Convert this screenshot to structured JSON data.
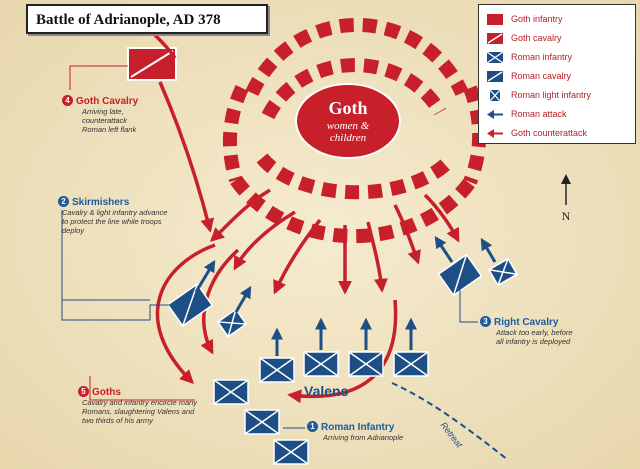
{
  "title": "Battle of Adrianople, AD 378",
  "camp": {
    "title": "Goth",
    "subtitle_line1": "women &",
    "subtitle_line2": "children"
  },
  "valens_label": "Valens",
  "north_label": "N",
  "retreat_label": "Retreat",
  "legend": [
    {
      "label": "Goth infantry",
      "symbol": "goth-infantry"
    },
    {
      "label": "Goth cavalry",
      "symbol": "goth-cavalry"
    },
    {
      "label": "Roman infantry",
      "symbol": "roman-infantry"
    },
    {
      "label": "Roman cavalry",
      "symbol": "roman-cavalry"
    },
    {
      "label": "Roman light infantry",
      "symbol": "roman-light-infantry"
    },
    {
      "label": "Roman attack",
      "symbol": "blue-arrow"
    },
    {
      "label": "Goth counterattack",
      "symbol": "red-arrow"
    }
  ],
  "annotations": {
    "goth_cavalry": {
      "number": "4",
      "heading": "Goth Cavalry",
      "text": "Arriving late, counterattack Roman left flank"
    },
    "skirmishers": {
      "number": "2",
      "heading": "Skirmishers",
      "text": "Cavalry & light infantry advance to protect the line while troops deploy"
    },
    "goths": {
      "number": "5",
      "heading": "Goths",
      "text": "Cavalry and infantry encircle many Romans, slaughtering Valens and two thirds of his army"
    },
    "roman_infantry": {
      "number": "1",
      "heading": "Roman Infantry",
      "text": "Arriving from Adrianople"
    },
    "right_cavalry": {
      "number": "3",
      "heading": "Right Cavalry",
      "text": "Attack too early, before all infantry is deployed"
    }
  },
  "colors": {
    "goth_red": "#c8202a",
    "roman_blue": "#1d4f86",
    "paper": "#f1e6c6",
    "number_blue": "#1d5aa0"
  }
}
